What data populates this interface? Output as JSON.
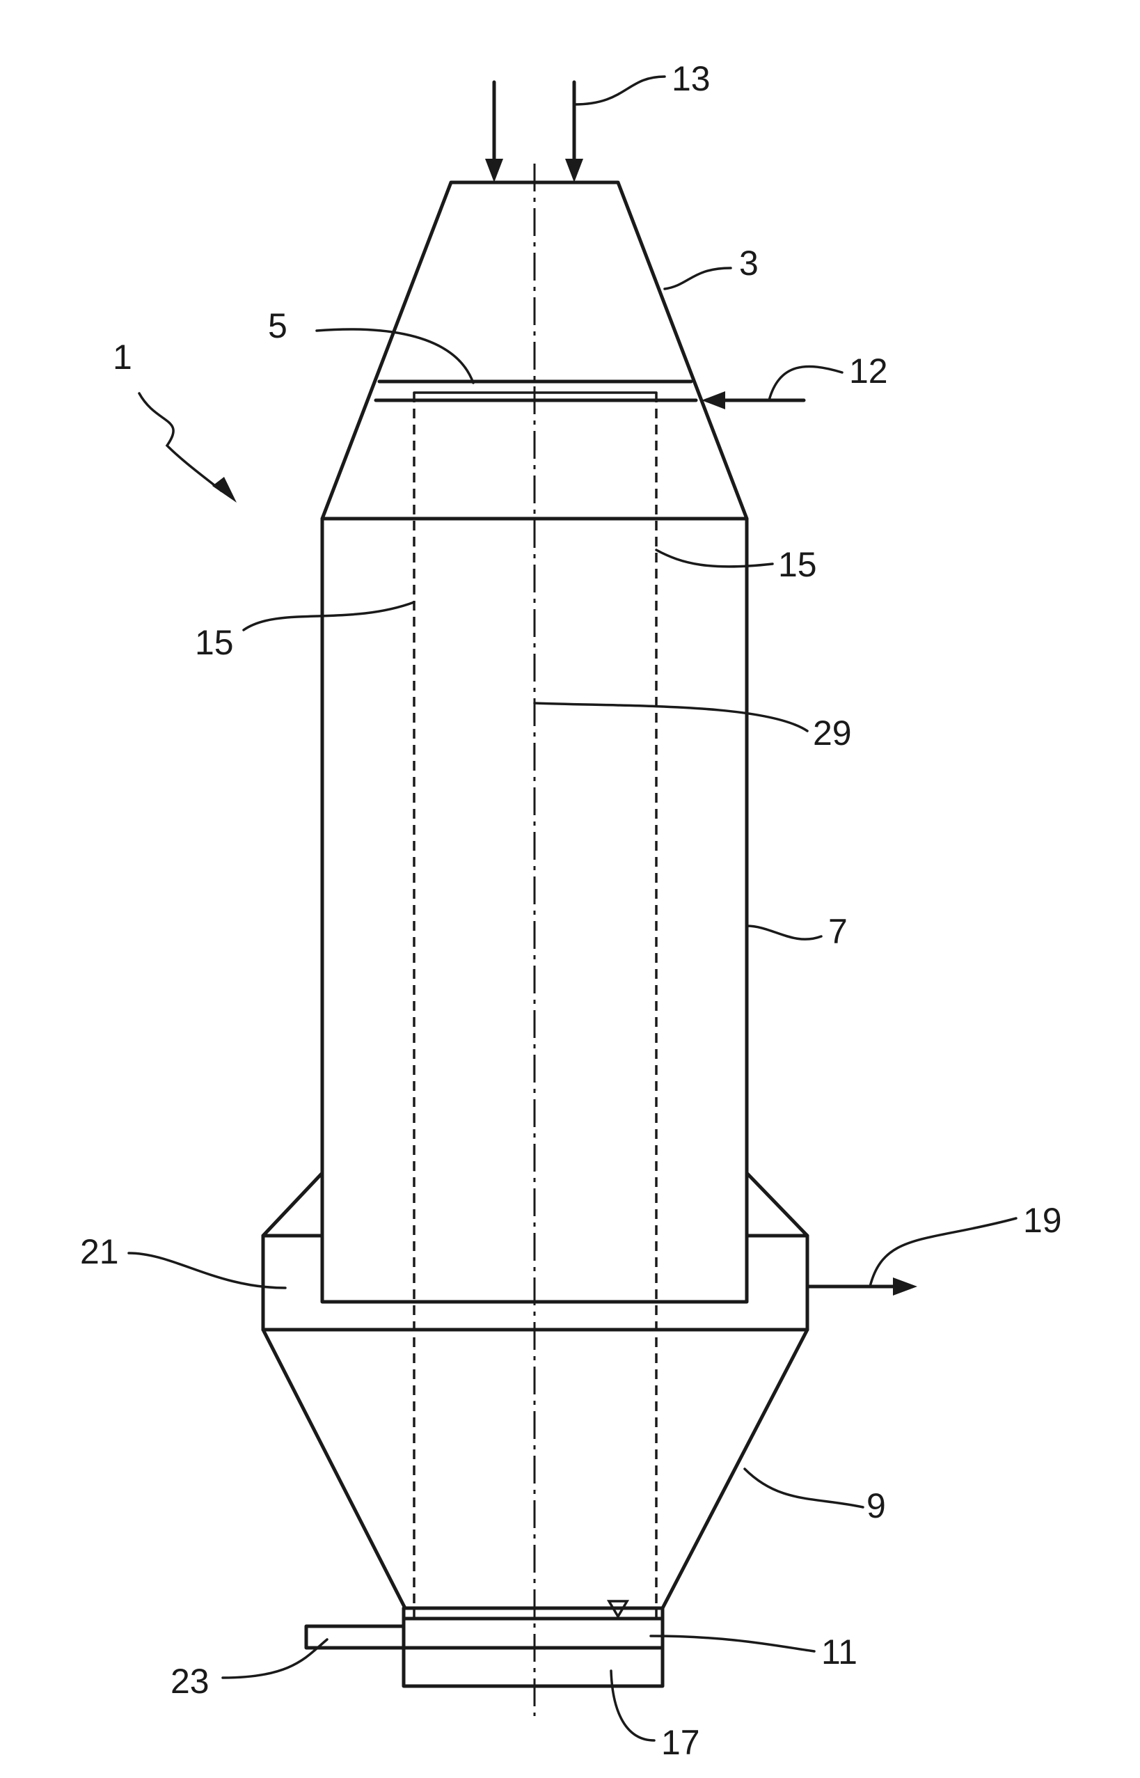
{
  "figure": {
    "labels": {
      "l1": "1",
      "l3": "3",
      "l5": "5",
      "l7": "7",
      "l9": "9",
      "l11": "11",
      "l12": "12",
      "l13": "13",
      "l15a": "15",
      "l15b": "15",
      "l17": "17",
      "l19": "19",
      "l21": "21",
      "l23": "23",
      "l29": "29"
    }
  }
}
